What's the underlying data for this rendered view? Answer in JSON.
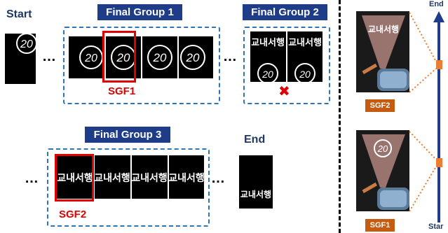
{
  "labels": {
    "start": "Start",
    "end": "End",
    "ellipsis": "…"
  },
  "groups": {
    "group1": "Final Group 1",
    "group2": "Final Group 2",
    "group3": "Final Group 3"
  },
  "marks": {
    "sgf1": "SGF1",
    "sgf2": "SGF2",
    "reject": "✖"
  },
  "sign_text": {
    "speed": "20",
    "korean": "교내서행"
  },
  "timeline": {
    "end": "End",
    "start": "Star",
    "sgf2": "SGF2",
    "sgf1": "SGF1"
  },
  "colors": {
    "title_bg": "#1f3c88",
    "dashed": "#2e75b6",
    "highlight": "#e00000",
    "badge": "#c55a11",
    "marker": "#ed7d31",
    "arrow": "#1f3c88"
  }
}
